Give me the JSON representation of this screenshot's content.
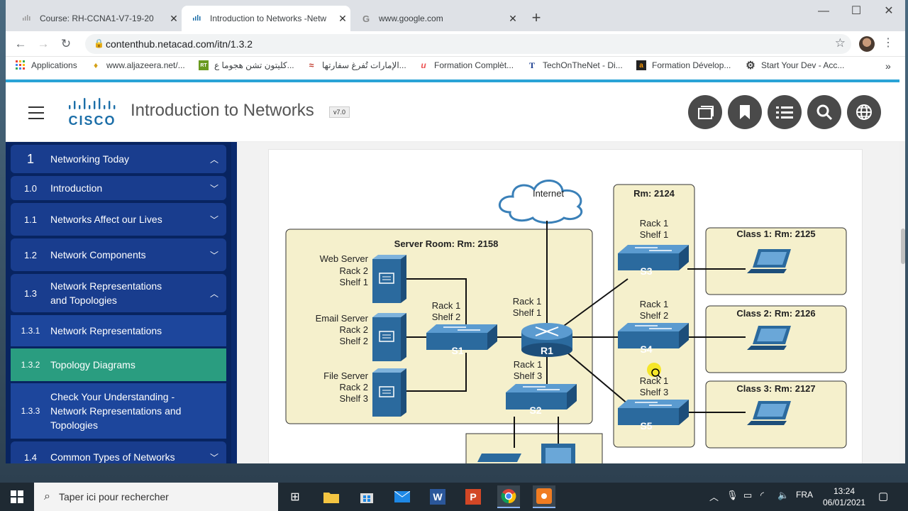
{
  "browser": {
    "tabs": [
      {
        "title": "Course: RH-CCNA1-V7-19-20",
        "active": false
      },
      {
        "title": "Introduction to Networks -Netw",
        "active": true
      },
      {
        "title": "www.google.com",
        "active": false
      }
    ],
    "url": "contenthub.netacad.com/itn/1.3.2",
    "bookmarks": [
      {
        "label": "Applications",
        "icon": "apps-grid-icon"
      },
      {
        "label": "www.aljazeera.net/...",
        "icon": "aljazeera-icon"
      },
      {
        "label": "كليتون تشن هجوما ع...",
        "icon": "rt-icon"
      },
      {
        "label": "الإمارات تُفرغ سفارتها...",
        "icon": "news-icon"
      },
      {
        "label": "Formation Complèt...",
        "icon": "udemy-icon"
      },
      {
        "label": "TechOnTheNet - Di...",
        "icon": "techonthenet-icon"
      },
      {
        "label": "Formation Dévelop...",
        "icon": "amazon-icon"
      },
      {
        "label": "Start Your Dev - Acc...",
        "icon": "gear-icon"
      }
    ],
    "more_bookmarks": "»"
  },
  "course": {
    "title": "Introduction to Networks",
    "version": "v7.0",
    "logo_text": "CISCO"
  },
  "sidebar": {
    "chapter": {
      "num": "1",
      "label": "Networking Today"
    },
    "items": [
      {
        "num": "1.0",
        "label": "Introduction"
      },
      {
        "num": "1.1",
        "label": "Networks Affect our Lives"
      },
      {
        "num": "1.2",
        "label": "Network Components"
      },
      {
        "num": "1.3",
        "label": "Network Representations and Topologies"
      },
      {
        "num": "1.3.1",
        "label": "Network Representations"
      },
      {
        "num": "1.3.2",
        "label": "Topology Diagrams"
      },
      {
        "num": "1.3.3",
        "label": "Check Your Understanding - Network Representations and Topologies"
      },
      {
        "num": "1.4",
        "label": "Common Types of Networks"
      }
    ]
  },
  "diagram": {
    "internet": "Internet",
    "server_room": "Server Room: Rm: 2158",
    "rm2124": "Rm: 2124",
    "web_server": [
      "Web Server",
      "Rack 2",
      "Shelf 1"
    ],
    "email_server": [
      "Email Server",
      "Rack 2",
      "Shelf 2"
    ],
    "file_server": [
      "File Server",
      "Rack 2",
      "Shelf 3"
    ],
    "s1_loc": [
      "Rack 1",
      "Shelf 2"
    ],
    "r1_loc": [
      "Rack 1",
      "Shelf 1"
    ],
    "s2_loc": [
      "Rack 1",
      "Shelf 3"
    ],
    "s3_loc": [
      "Rack 1",
      "Shelf 1"
    ],
    "s4_loc": [
      "Rack 1",
      "Shelf 2"
    ],
    "s5_loc": [
      "Rack 1",
      "Shelf 3"
    ],
    "devices": {
      "s1": "S1",
      "s2": "S2",
      "s3": "S3",
      "s4": "S4",
      "s5": "S5",
      "r1": "R1"
    },
    "class1": "Class 1: Rm: 2125",
    "class2": "Class 2: Rm: 2126",
    "class3": "Class 3: Rm: 2127"
  },
  "taskbar": {
    "search_placeholder": "Taper ici pour rechercher",
    "lang": "FRA",
    "time": "13:24",
    "date": "06/01/2021"
  },
  "colors": {
    "sidebar_bg": "#082460",
    "item_bg": "#193d8e",
    "current": "#2a9d80",
    "device": "#2b6a9e",
    "room": "#f5f0cc"
  }
}
